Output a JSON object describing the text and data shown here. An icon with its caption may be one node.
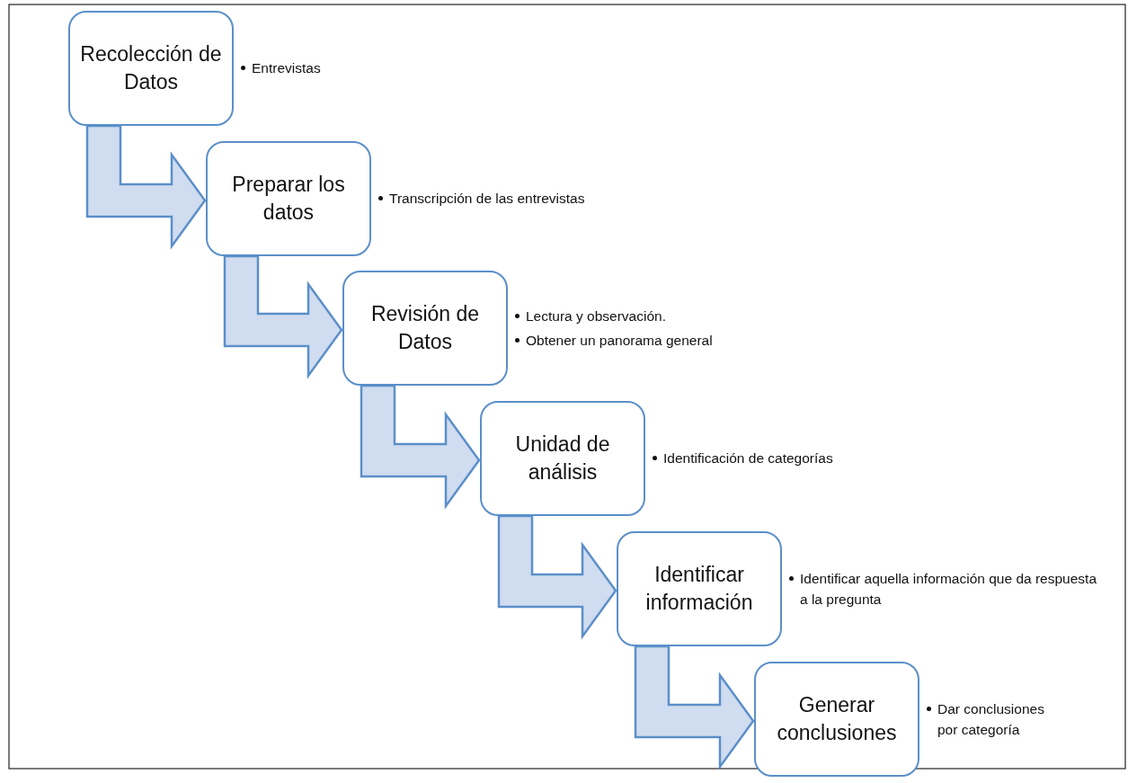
{
  "diagram": {
    "nodes": [
      {
        "text": [
          "Recolección de Datos"
        ],
        "beside": [
          "Entrevistas"
        ]
      },
      {
        "text": [
          "Preparar los datos"
        ],
        "beside": [
          "Transcripción de las entrevistas"
        ]
      },
      {
        "text": [
          "Revisión de Datos"
        ],
        "beside": [
          "Lectura y observación.",
          "Obtener un panorama general"
        ]
      },
      {
        "text": [
          "Unidad de análisis"
        ],
        "beside": [
          "Identificación de categorías"
        ]
      },
      {
        "text": [
          "Identificar información"
        ],
        "beside": [
          "Identificar aquella información que da respuesta a la pregunta"
        ]
      },
      {
        "text": [
          "Generar conclusiones"
        ],
        "beside": [
          "Dar conclusiones por categoría"
        ]
      }
    ],
    "edges": [
      {
        "from": 0,
        "to": 1,
        "arrow": "to"
      },
      {
        "from": 1,
        "to": 2,
        "arrow": "to"
      },
      {
        "from": 2,
        "to": 3,
        "arrow": "to"
      },
      {
        "from": 3,
        "to": 4,
        "arrow": "to"
      },
      {
        "from": 4,
        "to": 5,
        "arrow": "to"
      }
    ]
  }
}
